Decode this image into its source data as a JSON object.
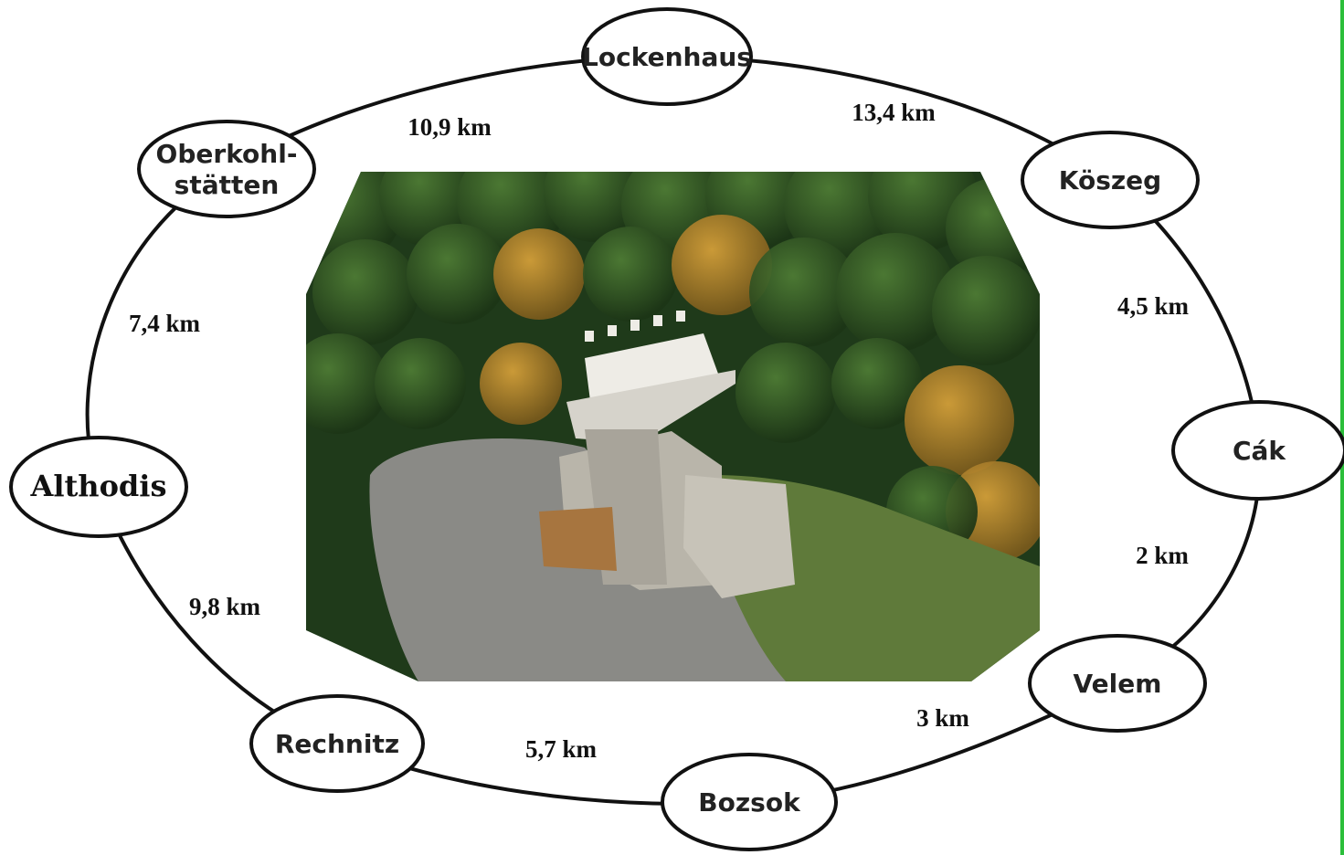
{
  "colors": {
    "line": "#111111",
    "node_fill": "#ffffff",
    "edge_accent": "#2bbf3a",
    "forest_dark": "#1f3a1a",
    "forest_mid": "#3f6b2a",
    "gravel": "#8a8a86",
    "tower": "#e8e6e0"
  },
  "photo": {
    "icon": "observation-tower-aerial-photo"
  },
  "route": {
    "nodes": [
      {
        "id": "lockenhaus",
        "label_lines": [
          "Lockenhaus"
        ]
      },
      {
        "id": "koszeg",
        "label_lines": [
          "Köszeg"
        ]
      },
      {
        "id": "cak",
        "label_lines": [
          "Cák"
        ]
      },
      {
        "id": "velem",
        "label_lines": [
          "Velem"
        ]
      },
      {
        "id": "bozsok",
        "label_lines": [
          "Bozsok"
        ]
      },
      {
        "id": "rechnitz",
        "label_lines": [
          "Rechnitz"
        ]
      },
      {
        "id": "althodis",
        "label_lines": [
          "Althodis"
        ]
      },
      {
        "id": "oberkohlstatten",
        "label_lines": [
          "Oberkohl-",
          "stätten"
        ]
      }
    ],
    "distances": [
      {
        "id": "lockenhaus-koszeg",
        "text": "13,4 km"
      },
      {
        "id": "koszeg-cak",
        "text": "4,5 km"
      },
      {
        "id": "cak-velem",
        "text": "2 km"
      },
      {
        "id": "velem-bozsok",
        "text": "3 km"
      },
      {
        "id": "bozsok-rechnitz",
        "text": "5,7 km"
      },
      {
        "id": "rechnitz-althodis",
        "text": "9,8 km"
      },
      {
        "id": "althodis-oberkohlstatten",
        "text": "7,4 km"
      },
      {
        "id": "oberkohlstatten-lockenhaus",
        "text": "10,9 km"
      }
    ]
  }
}
